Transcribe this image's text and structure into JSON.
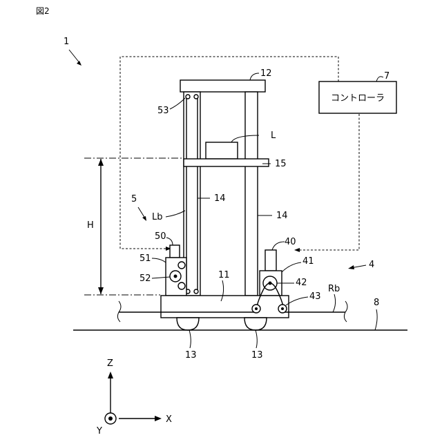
{
  "figure_label": "図2",
  "labels": {
    "system": "1",
    "controller_ref": "7",
    "controller": "コントローラ",
    "top_frame": "12",
    "chain_top_sprocket": "53",
    "load": "L",
    "platform": "15",
    "height": "H",
    "lift_unit": "5",
    "lift_belt": "Lb",
    "mast_left": "14",
    "mast_right": "14",
    "motor_left": "50",
    "motor_housing_left": "51",
    "pulley_left": "52",
    "motor_right": "40",
    "motor_housing_right": "41",
    "pulley_right": "42",
    "idler_right": "43",
    "drive_unit": "4",
    "chassis": "11",
    "rail_belt": "Rb",
    "floor": "8",
    "wheel_left": "13",
    "wheel_right": "13"
  },
  "axes": {
    "z": "Z",
    "x": "X",
    "y": "Y"
  }
}
